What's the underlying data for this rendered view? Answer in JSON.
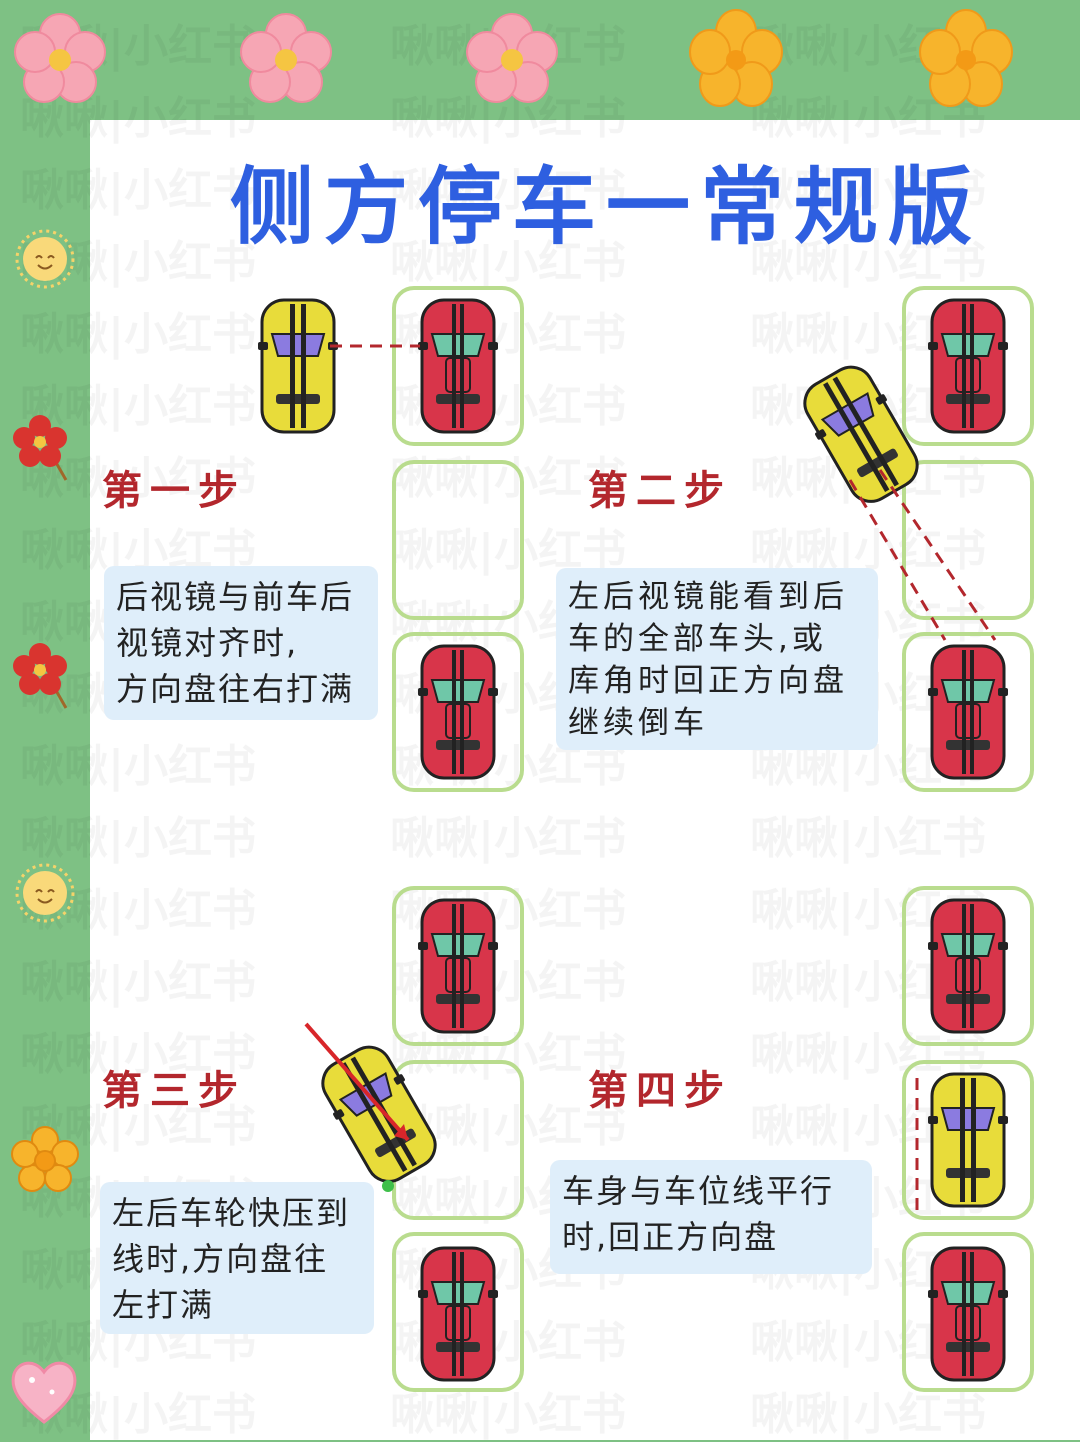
{
  "page": {
    "title": "侧方停车一常规版",
    "watermark_text": "啾啾|小红书",
    "colors": {
      "background_green": "#7ec184",
      "title_blue": "#2e5fe0",
      "step_red": "#b3272d",
      "note_bg": "#dfeefa",
      "slot_border": "#b9dc8e",
      "car_red": "#d8354a",
      "car_yellow": "#e8dc3a"
    }
  },
  "decorations": [
    "pink-flower-icon",
    "pink-flower-icon",
    "pink-flower-icon",
    "orange-flower-icon",
    "orange-flower-icon",
    "sun-icon",
    "red-blossom-icon",
    "red-blossom-icon",
    "sun-icon",
    "orange-flower-icon",
    "heart-icon"
  ],
  "steps": [
    {
      "title": "第一步",
      "lines": [
        "后视镜与前车后",
        "视镜对齐时,",
        "方向盘往右打满"
      ]
    },
    {
      "title": "第二步",
      "lines": [
        "左后视镜能看到后",
        "车的全部车头,或",
        "库角时回正方向盘",
        "继续倒车"
      ]
    },
    {
      "title": "第三步",
      "lines": [
        "左后车轮快压到",
        "线时,方向盘往",
        "左打满"
      ]
    },
    {
      "title": "第四步",
      "lines": [
        "车身与车位线平行",
        "时,回正方向盘"
      ]
    }
  ]
}
